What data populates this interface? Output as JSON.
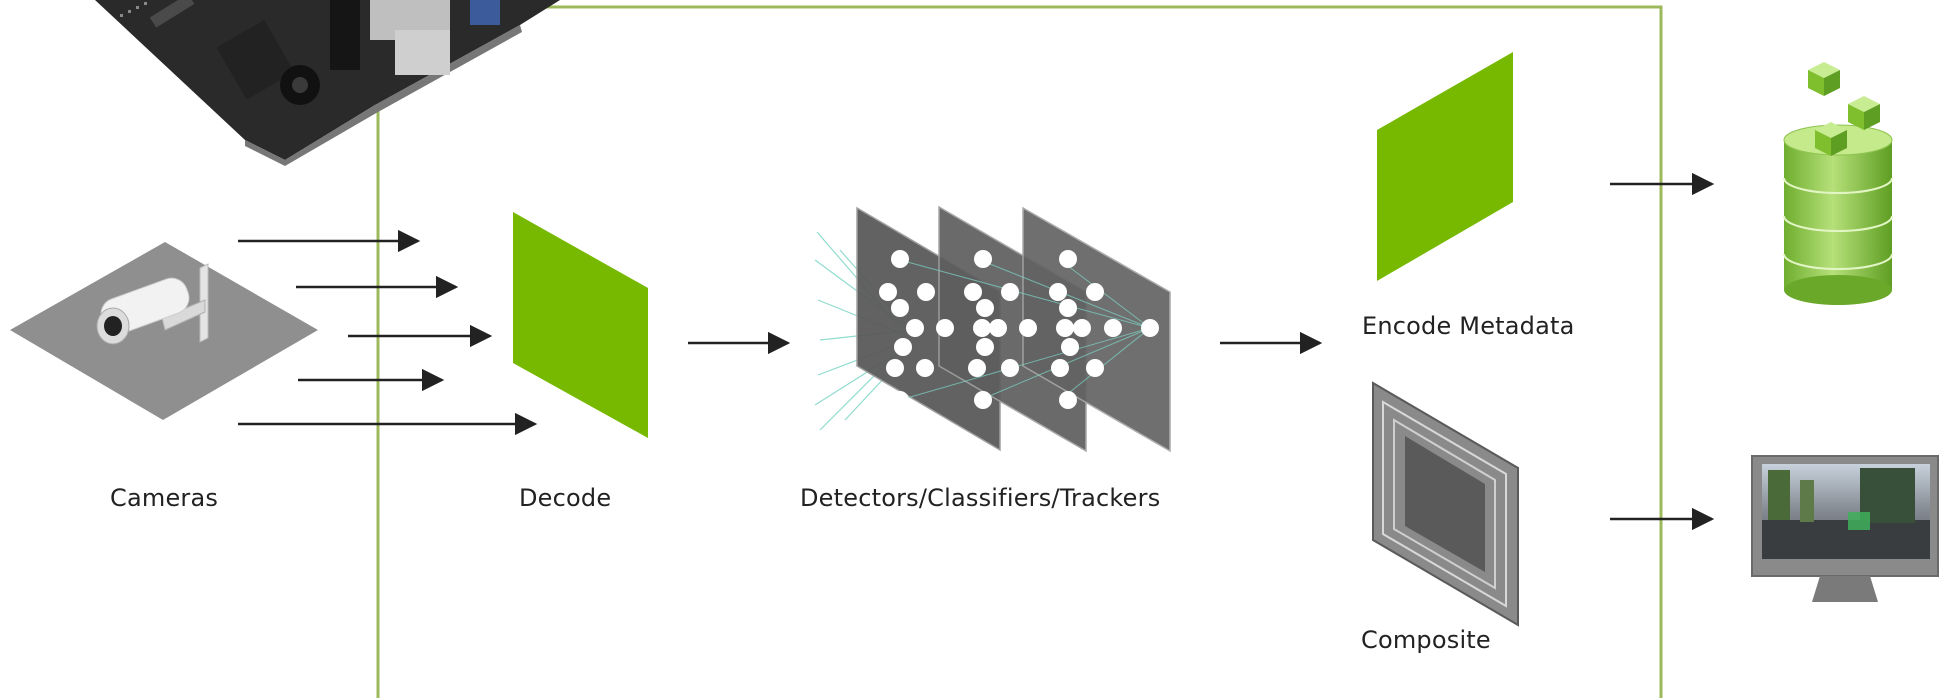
{
  "labels": {
    "cameras": "Cameras",
    "decode": "Decode",
    "detectors": "Detectors/Classifiers/Trackers",
    "encode_metadata": "Encode Metadata",
    "composite": "Composite"
  },
  "colors": {
    "frame_border": "#9cba5c",
    "nvidia_green": "#76b900",
    "arrow": "#222222",
    "panel_gray": "#6e6e6e",
    "neural_line": "#7dd6c6"
  },
  "icons": {
    "board": "embedded-board-icon",
    "camera": "security-camera-icon",
    "database": "database-icon",
    "monitor": "monitor-icon"
  }
}
